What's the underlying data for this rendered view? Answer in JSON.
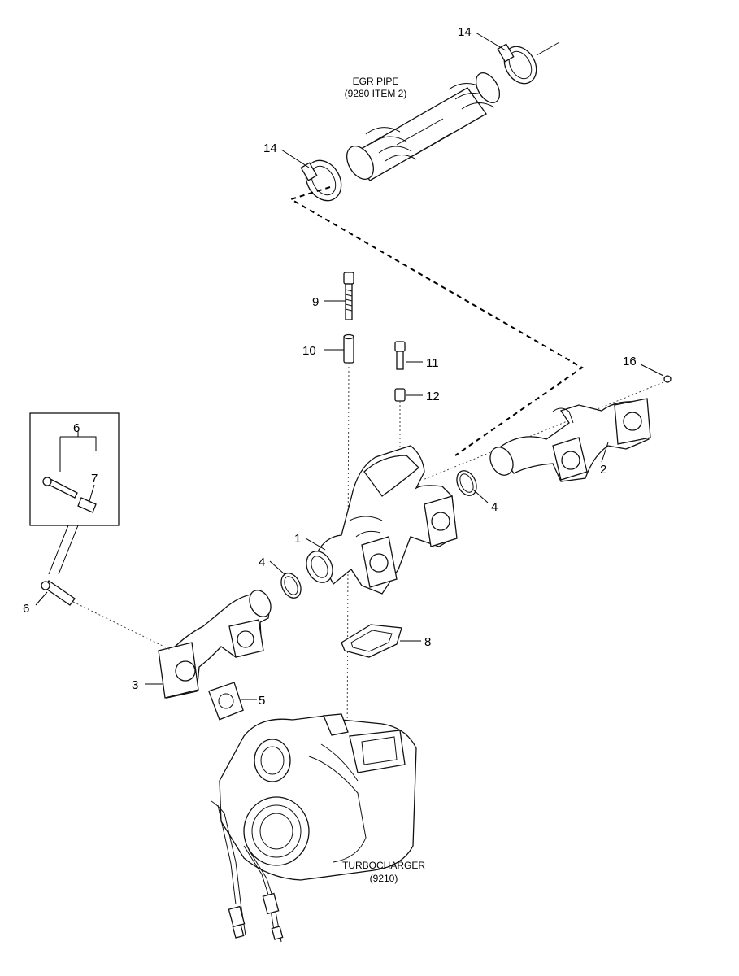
{
  "callouts": {
    "c14_top": "14",
    "c14_left": "14",
    "c9": "9",
    "c10": "10",
    "c11": "11",
    "c12": "12",
    "c16": "16",
    "c2": "2",
    "c4_right": "4",
    "c1": "1",
    "c4_left": "4",
    "c8": "8",
    "c3": "3",
    "c5": "5",
    "c6_inset": "6",
    "c7": "7",
    "c6_left": "6"
  },
  "captions": {
    "egr_line1": "EGR PIPE",
    "egr_line2": "(9280 ITEM 2)",
    "turbo_line1": "TURBOCHARGER",
    "turbo_line2": "(9210)"
  }
}
